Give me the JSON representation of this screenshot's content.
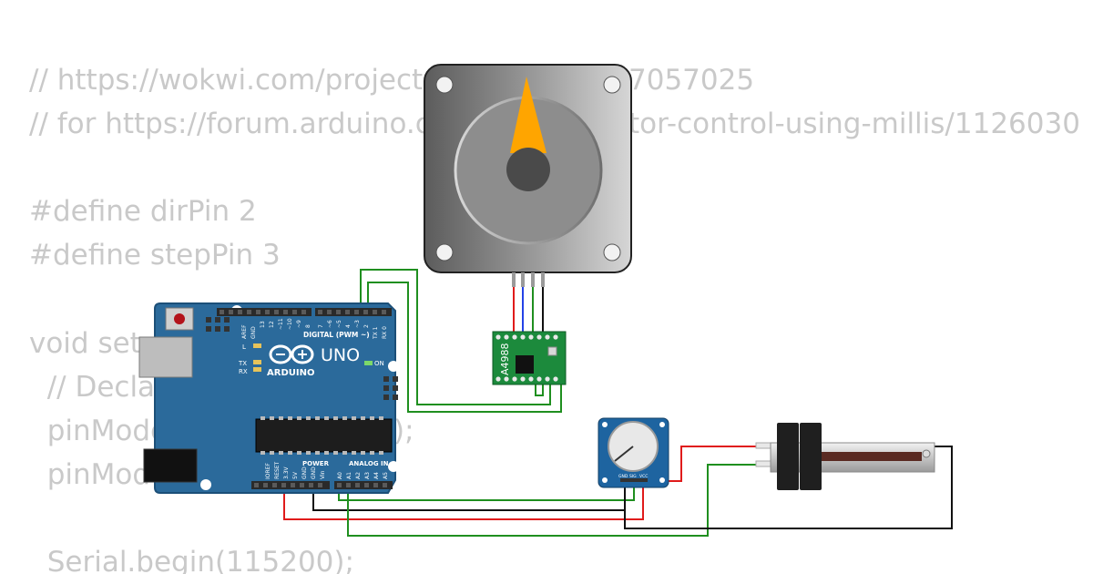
{
  "code": {
    "lines": [
      "// https://wokwi.com/projects/",
      "7057025",
      "// for https://forum.arduino.c",
      "tor-control-using-millis/1126030",
      "#define dirPin 2",
      "#define stepPin 3",
      "void set",
      "  // Declar",
      "  pinMode",
      ");",
      "  pinMod",
      "  Serial.begin(115200);"
    ]
  },
  "arduino": {
    "brand": "ARDUINO",
    "model": "UNO",
    "digital_header": "DIGITAL (PWM ~)",
    "power_header": "POWER",
    "analog_header": "ANALOG IN",
    "on_label": "ON",
    "l_label": "L",
    "tx_label": "TX",
    "rx_label": "RX",
    "aref": "AREF",
    "gnd": "GND",
    "digital_pins": [
      "13",
      "12",
      "~11",
      "~10",
      "~9",
      "8",
      "7",
      "~6",
      "~5",
      "4",
      "~3",
      "2",
      "TX 1",
      "RX 0"
    ],
    "power_pins": [
      "IOREF",
      "RESET",
      "3.3V",
      "5V",
      "GND",
      "GND",
      "Vin"
    ],
    "analog_pins": [
      "A0",
      "A1",
      "A2",
      "A3",
      "A4",
      "A5"
    ],
    "colors": {
      "board": "#2b6a9b",
      "board_edge": "#1c4f78"
    }
  },
  "driver": {
    "label": "A4988",
    "color": "#1c8a3c"
  },
  "potentiometer": {
    "pin_labels": [
      "GND",
      "SIG",
      "VCC"
    ],
    "color": "#1e64a0"
  },
  "stepper": {
    "pointer_color": "#ffa500"
  },
  "wires": {
    "colors": {
      "green": "#1f8f1f",
      "red": "#e01b1b",
      "black": "#111111",
      "blue": "#2442e6"
    }
  }
}
